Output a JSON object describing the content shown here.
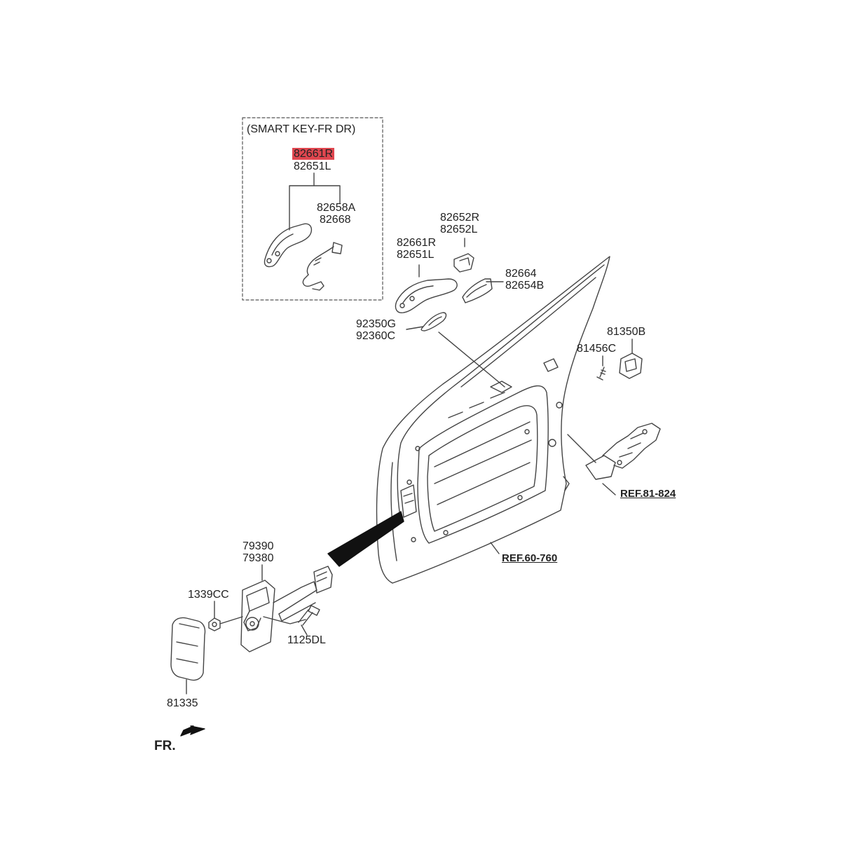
{
  "diagram": {
    "highlight_color": "#e0464f",
    "line_color": "#444444",
    "box_title": "(SMART KEY-FR DR)",
    "labels": {
      "smart_top_highlighted": "82661R",
      "smart_top_second": "82651L",
      "smart_sub_1": "82658A",
      "smart_sub_2": "82668",
      "cover_r": "82652R",
      "cover_l": "82652L",
      "handle_r": "82661R",
      "handle_l": "82651L",
      "cap_1": "82664",
      "cap_2": "82654B",
      "pad_1": "92350G",
      "pad_2": "92360C",
      "striker": "81350B",
      "screw": "81456C",
      "checker_1": "79390",
      "checker_2": "79380",
      "nut": "1339CC",
      "bolt": "1125DL",
      "hinge_cover": "81335",
      "ref_latch": "REF.81-824",
      "ref_door": "REF.60-760",
      "front_arrow": "FR."
    },
    "icons": {
      "front_arrow": "arrow-down-left-icon"
    }
  }
}
